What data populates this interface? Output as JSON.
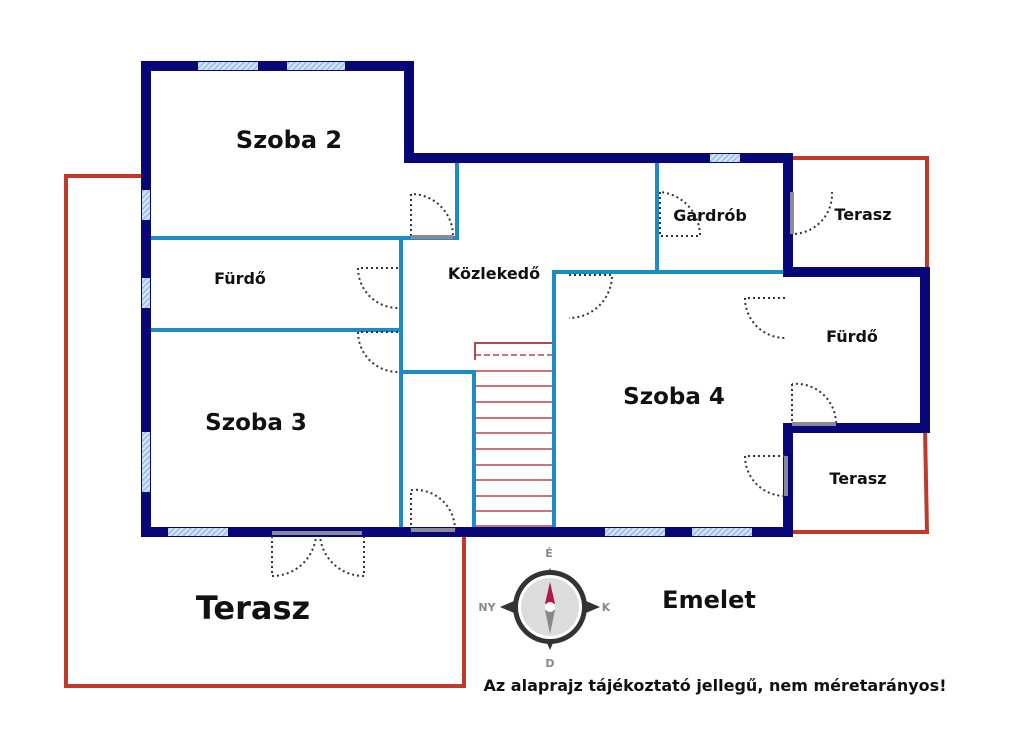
{
  "rooms": {
    "szoba2": "Szoba 2",
    "furdo_left": "Fürdő",
    "szoba3": "Szoba 3",
    "kozlekedo": "Közlekedő",
    "gardrob": "Gardrób",
    "terasz_top_right": "Terasz",
    "furdo_right": "Fürdő",
    "szoba4": "Szoba 4",
    "terasz_bottom_right": "Terasz",
    "terasz_main": "Terasz"
  },
  "floor_label": "Emelet",
  "compass": {
    "north": "É",
    "south": "D",
    "east": "K",
    "west": "NY"
  },
  "disclaimer": "Az alaprajz tájékoztató jellegű, nem méretarányos!",
  "colors": {
    "outer_wall": "#07077a",
    "inner_wall": "#1e8bc3",
    "terrace": "#c0392b",
    "window": "#a9cbe6",
    "stairs": "#b5474f"
  }
}
